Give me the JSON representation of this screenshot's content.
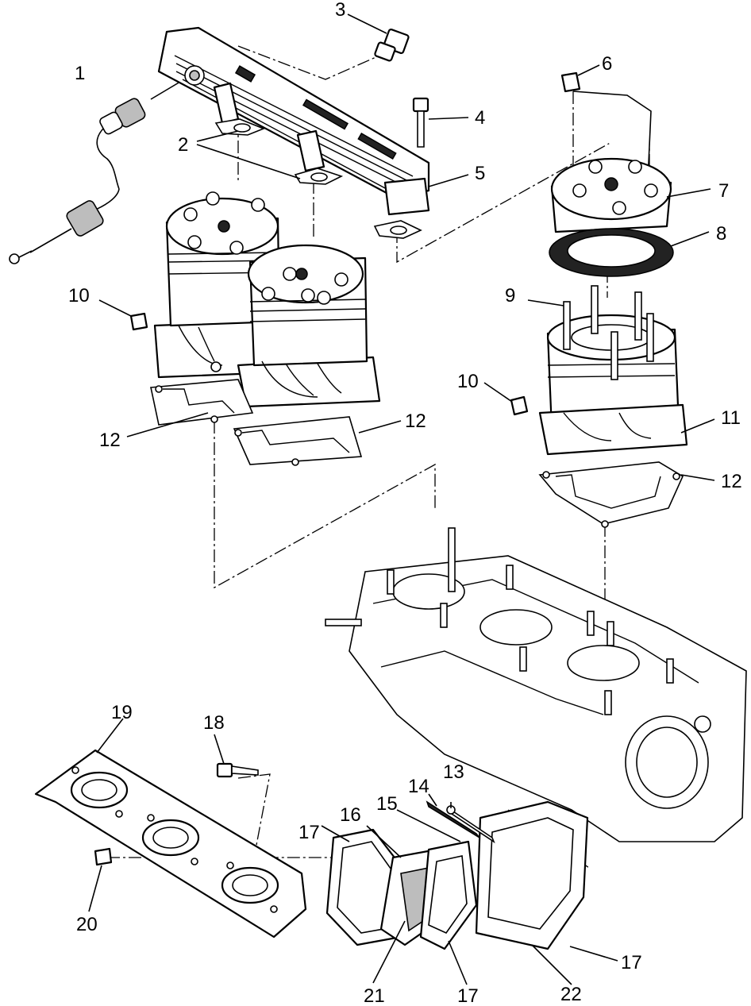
{
  "callouts": {
    "c1": "1",
    "c2": "2",
    "c3": "3",
    "c4": "4",
    "c5": "5",
    "c6": "6",
    "c7": "7",
    "c8": "8",
    "c9": "9",
    "c10a": "10",
    "c10b": "10",
    "c11": "11",
    "c12a": "12",
    "c12b": "12",
    "c12c": "12",
    "c13": "13",
    "c14": "14",
    "c15": "15",
    "c16": "16",
    "c17a": "17",
    "c17b": "17",
    "c17c": "17",
    "c18": "18",
    "c19": "19",
    "c20": "20",
    "c21": "21",
    "c22": "22"
  }
}
